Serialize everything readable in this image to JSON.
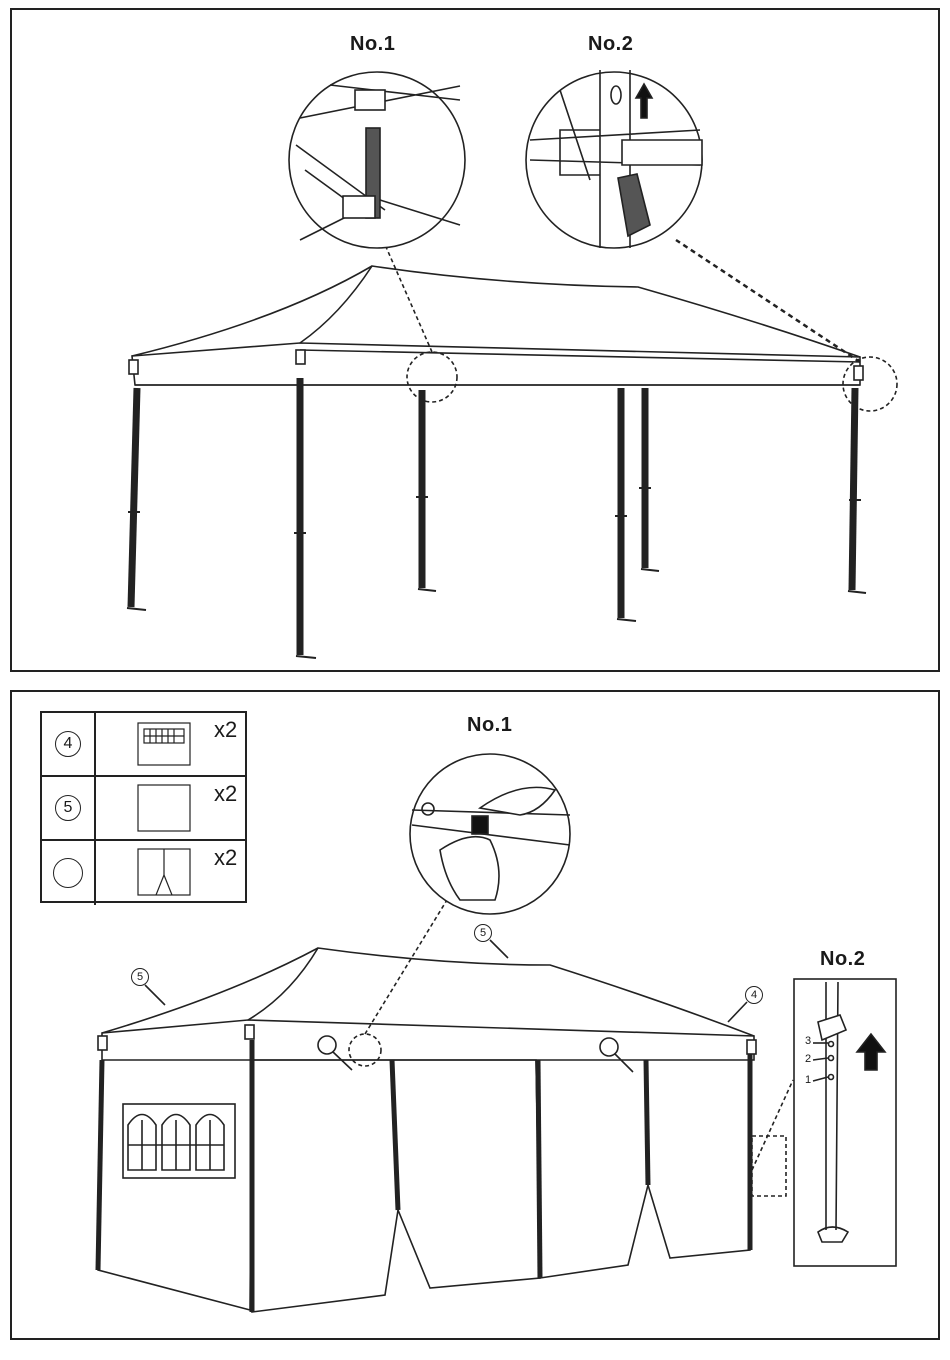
{
  "top_panel": {
    "detail1_label": "No.1",
    "detail2_label": "No.2"
  },
  "bottom_panel": {
    "detail1_label": "No.1",
    "detail2_label": "No.2",
    "legend": [
      {
        "symbol": "4",
        "item": "window-sidewall-icon",
        "qty": "x2"
      },
      {
        "symbol": "5",
        "item": "plain-sidewall-icon",
        "qty": "x2"
      },
      {
        "symbol": "",
        "item": "door-sidewall-icon",
        "qty": "x2"
      }
    ],
    "callouts": {
      "left_roof": "5",
      "center_roof": "5",
      "right_roof": "4"
    },
    "height_positions": [
      "3",
      "2",
      "1"
    ]
  }
}
